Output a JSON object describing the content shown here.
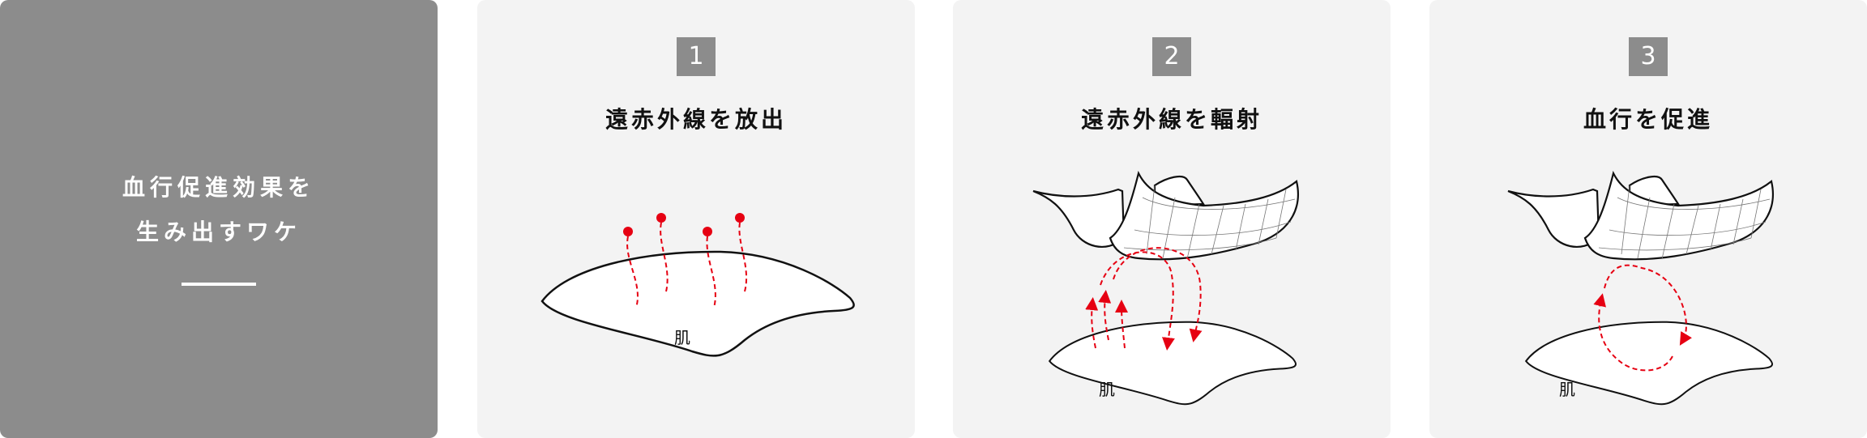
{
  "intro": {
    "line1": "血行促進効果を",
    "line2": "生み出すワケ"
  },
  "steps": [
    {
      "number": "1",
      "title": "遠赤外線を放出",
      "skin_label": "肌"
    },
    {
      "number": "2",
      "title": "遠赤外線を輻射",
      "skin_label": "肌"
    },
    {
      "number": "3",
      "title": "血行を促進",
      "skin_label": "肌"
    }
  ],
  "colors": {
    "intro_bg": "#8c8c8c",
    "panel_bg": "#f3f3f3",
    "accent_red": "#e60012"
  }
}
